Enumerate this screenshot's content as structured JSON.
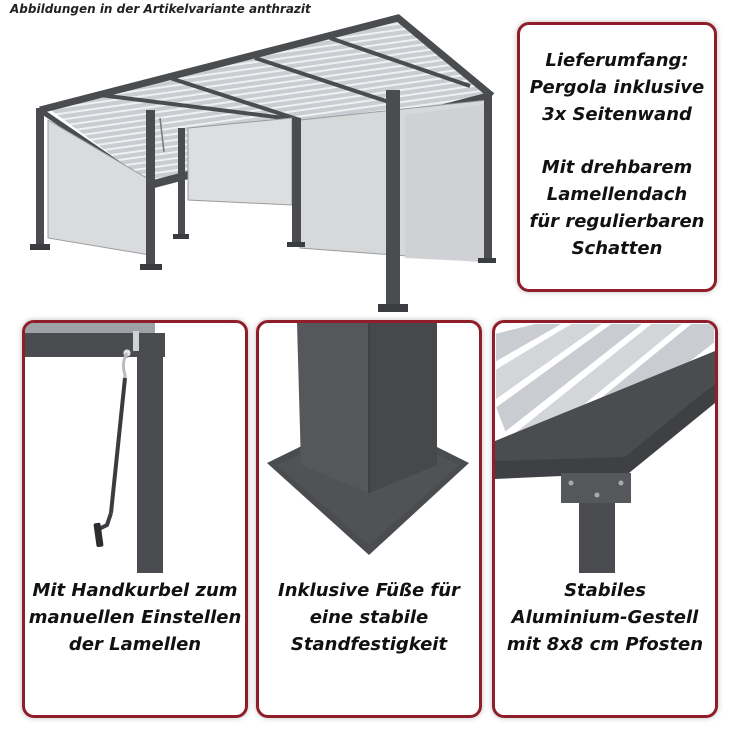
{
  "caption": "Abbildungen in der Artikelvariante anthrazit",
  "info": {
    "lines_a": [
      "Lieferumfang:",
      "Pergola inklusive",
      "3x Seitenwand"
    ],
    "lines_b": [
      "Mit drehbarem",
      "Lamellendach",
      "für regulierbaren",
      "Schatten"
    ]
  },
  "panels": [
    {
      "lines": [
        "Mit Handkurbel zum",
        "manuellen Einstellen",
        "der Lamellen"
      ]
    },
    {
      "lines": [
        "Inklusive Füße für",
        "eine stabile",
        "Standfestigkeit"
      ]
    },
    {
      "lines": [
        "Stabiles",
        "Aluminium-Gestell",
        "mit 8x8 cm Pfosten"
      ]
    }
  ],
  "colors": {
    "frame": "#4a4c4f",
    "accent": "#8f1e2a",
    "panel": "#d9dbdd"
  }
}
